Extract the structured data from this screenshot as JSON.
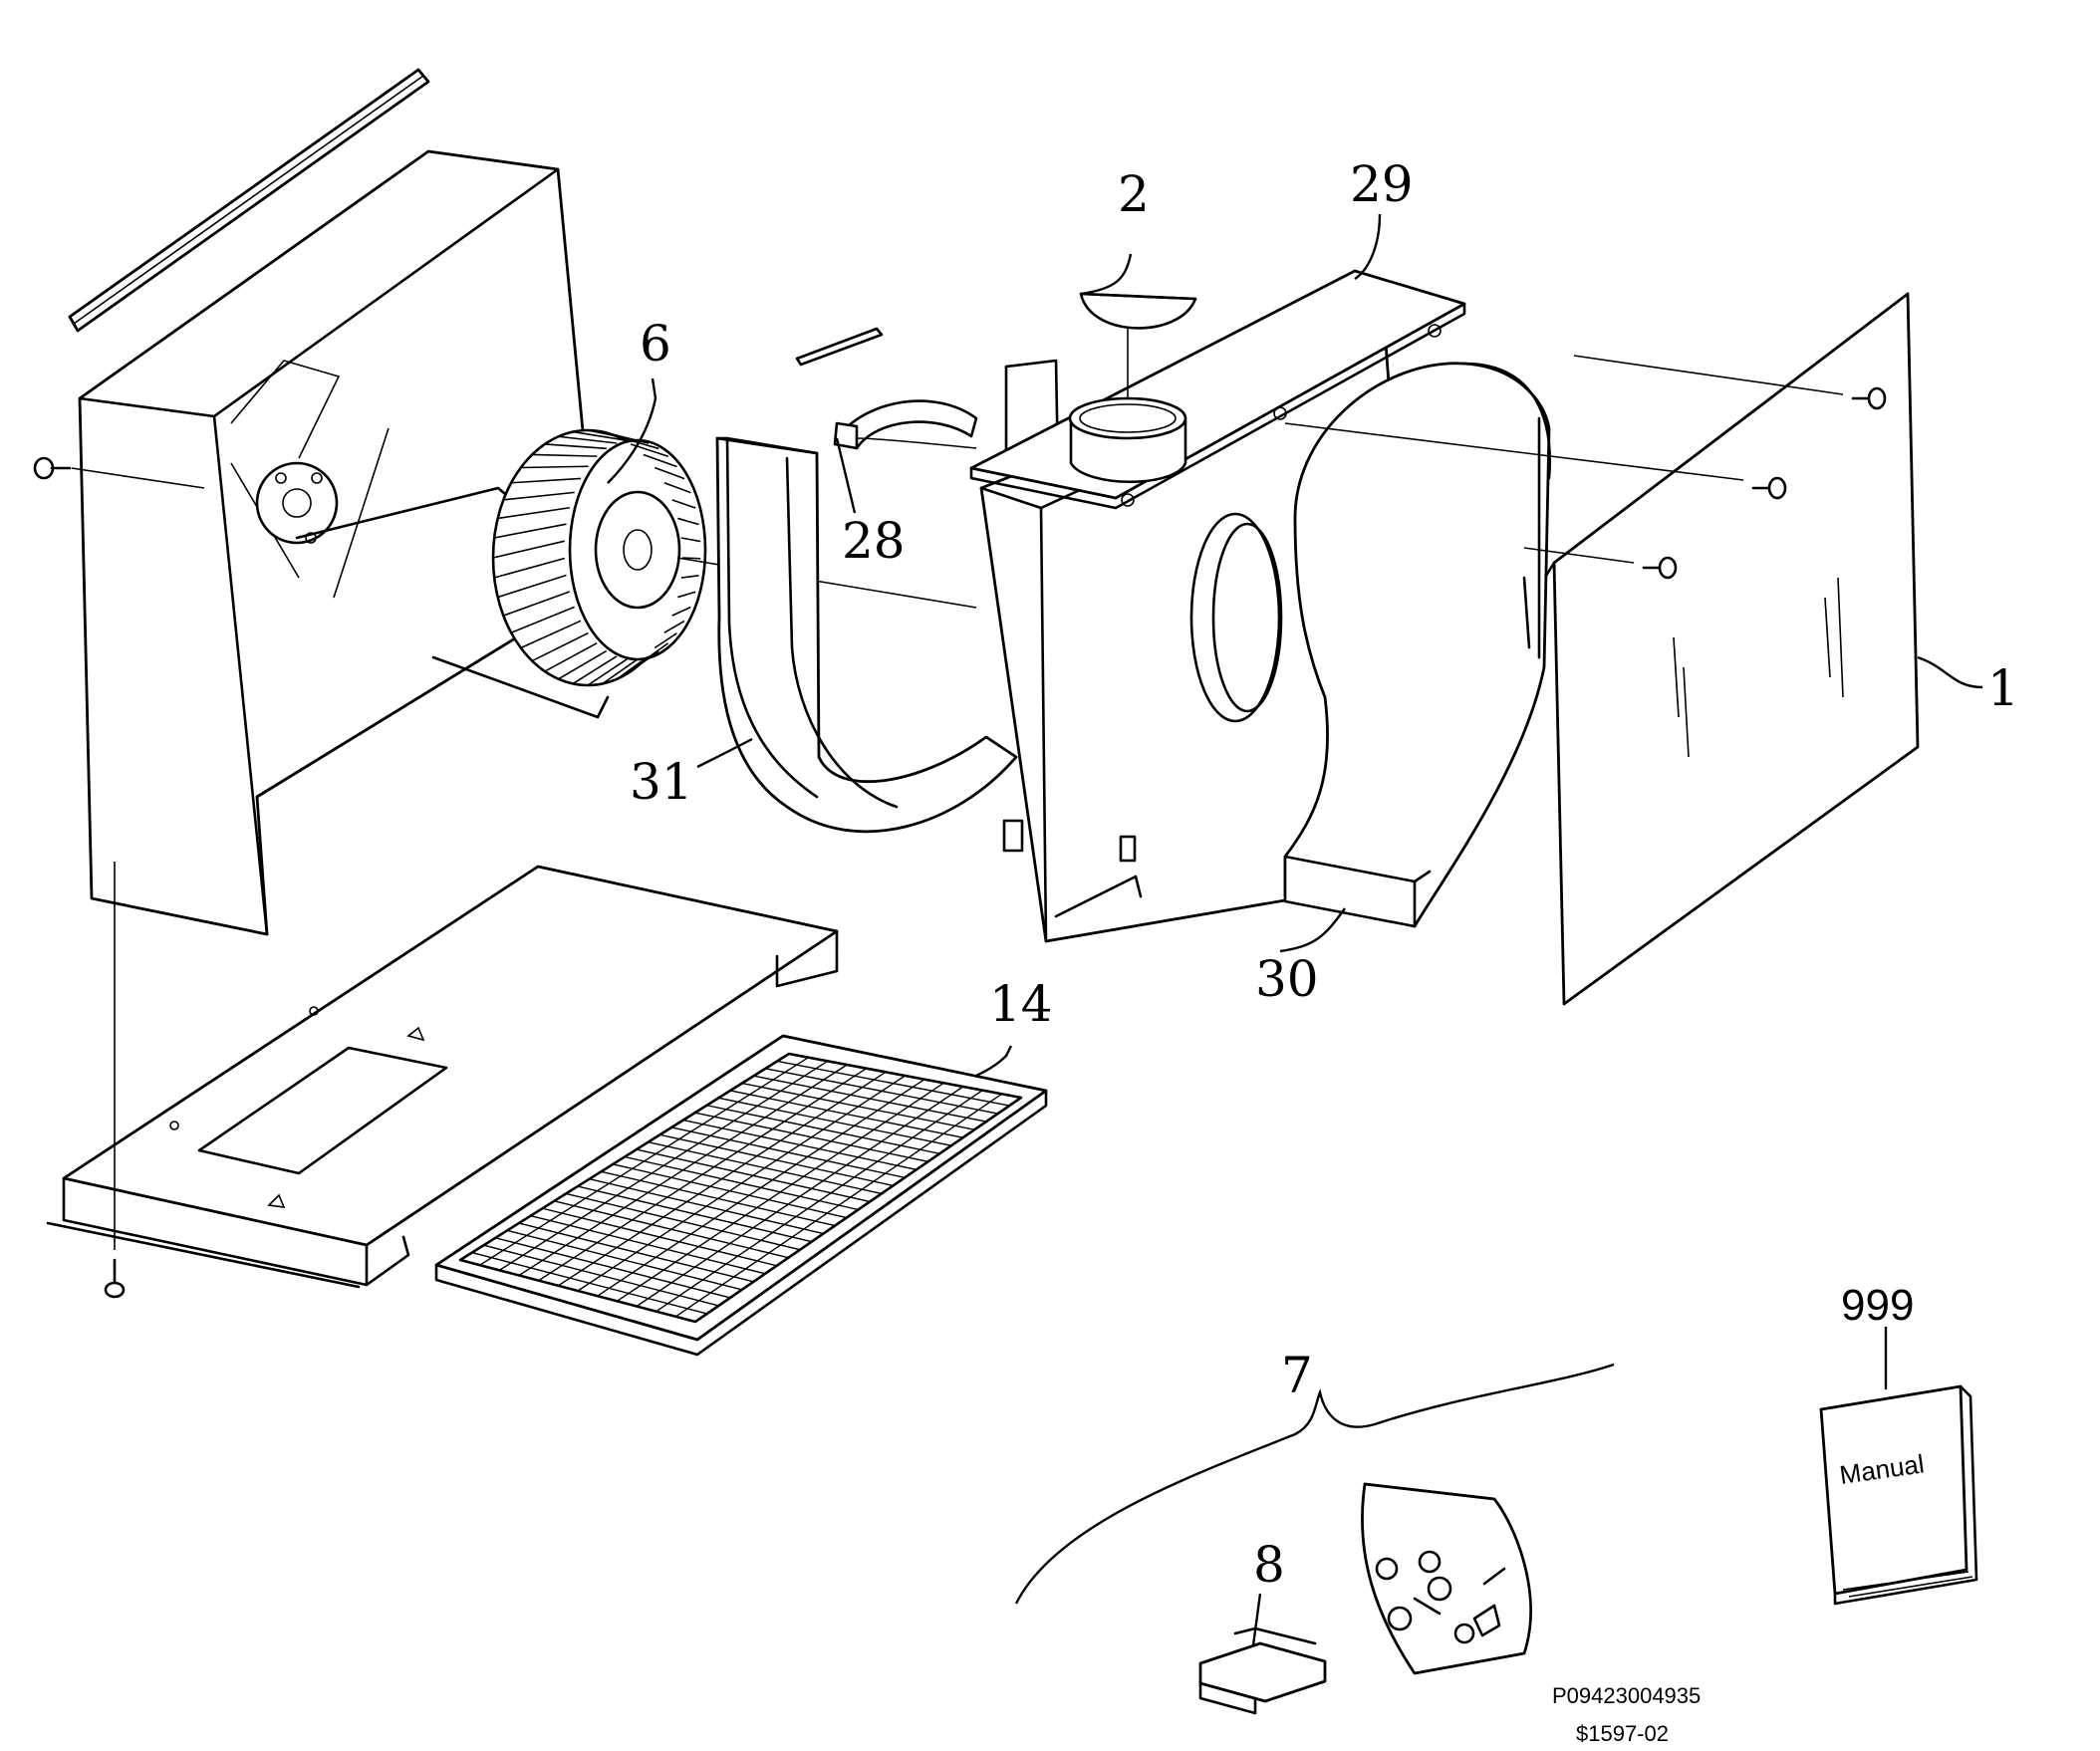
{
  "callouts": {
    "c1": "1",
    "c2": "2",
    "c6": "6",
    "c7": "7",
    "c8": "8",
    "c14": "14",
    "c28": "28",
    "c29": "29",
    "c30": "30",
    "c31": "31",
    "c999": "999"
  },
  "manual_label": "Manual",
  "codes": {
    "part_code": "P09423004935",
    "ref_code": "$1597-02"
  }
}
